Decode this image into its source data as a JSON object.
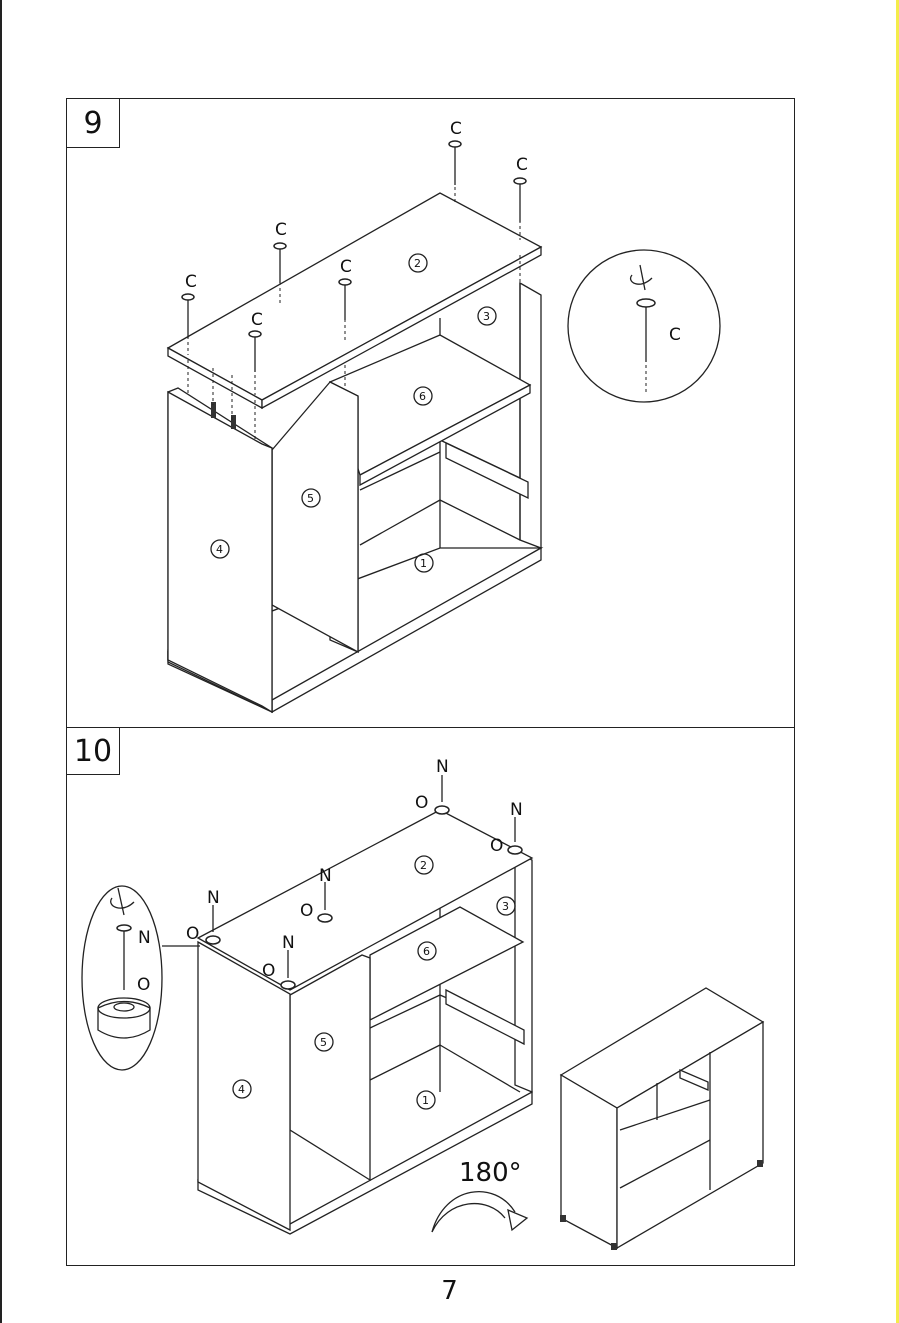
{
  "steps": [
    {
      "number": "9",
      "screw_label": "C",
      "part_labels": [
        "2",
        "3",
        "6",
        "5",
        "4",
        "1"
      ]
    },
    {
      "number": "10",
      "screw_label": "N",
      "glide_label": "O",
      "part_labels": [
        "2",
        "3",
        "6",
        "5",
        "4",
        "1"
      ],
      "rotation": "180°"
    }
  ],
  "page_number": "7"
}
